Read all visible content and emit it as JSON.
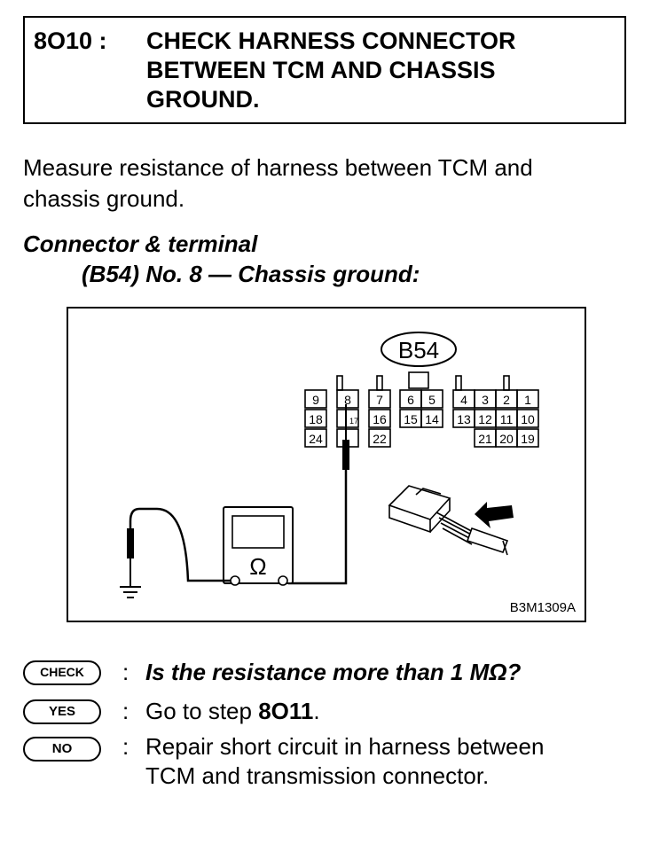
{
  "header": {
    "step_number": "8O10 :",
    "title_lines": [
      "CHECK HARNESS CONNECTOR",
      "BETWEEN TCM AND CHASSIS",
      "GROUND."
    ]
  },
  "instruction_lines": [
    "Measure resistance of harness between TCM and",
    "chassis ground."
  ],
  "connector": {
    "heading_line1": "Connector & terminal",
    "heading_line2": "(B54) No. 8 — Chassis ground:"
  },
  "figure": {
    "connector_label": "B54",
    "terminals_row1": [
      "9",
      "8",
      "7",
      "6",
      "5",
      "4",
      "3",
      "2",
      "1"
    ],
    "terminals_row2": [
      "18",
      "17",
      "16",
      "15",
      "14",
      "13",
      "12",
      "11",
      "10"
    ],
    "terminals_row3": [
      "24",
      "",
      "22",
      "21",
      "20",
      "19"
    ],
    "meter_symbol": "Ω",
    "figure_code": "B3M1309A"
  },
  "qa": {
    "check_badge": "CHECK",
    "check_text": "Is the resistance more than 1 MΩ?",
    "yes_badge": "YES",
    "yes_text_prefix": "Go to step ",
    "yes_step": "8O11",
    "yes_text_suffix": ".",
    "no_badge": "NO",
    "no_text_line1": "Repair short circuit in harness between",
    "no_text_line2": "TCM and transmission connector.",
    "separator": ":"
  }
}
